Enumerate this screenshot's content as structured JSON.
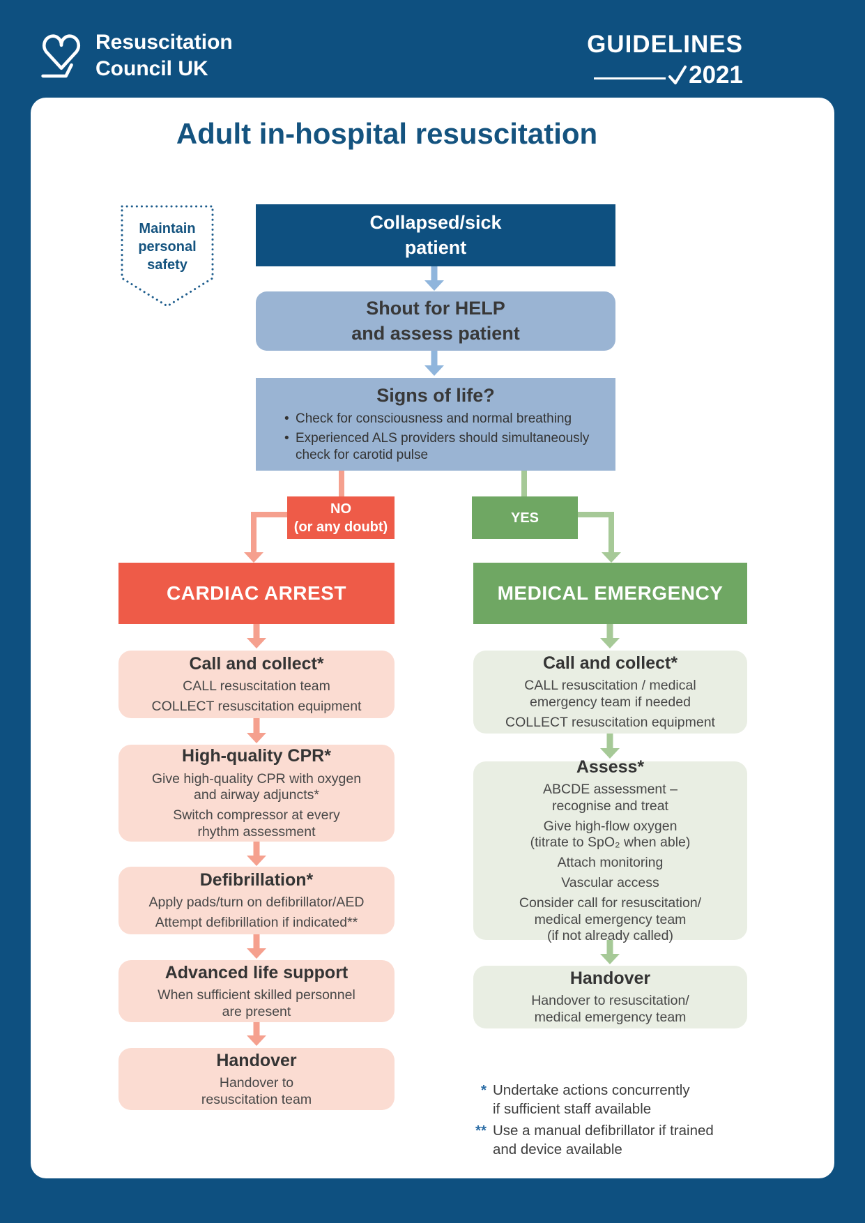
{
  "header": {
    "logo_text": "Resuscitation\nCouncil UK",
    "guidelines_word": "GUIDELINES",
    "guidelines_year": "2021"
  },
  "title": "Adult in-hospital resuscitation",
  "safety_badge": "Maintain\npersonal\nsafety",
  "flow": {
    "collapsed": "Collapsed/sick\npatient",
    "shout": "Shout for HELP\nand assess patient",
    "signs": {
      "heading": "Signs of life?",
      "bullets": [
        "Check for consciousness and normal breathing",
        "Experienced ALS providers should simultaneously\ncheck for carotid pulse"
      ]
    },
    "no_label": "NO\n(or any doubt)",
    "yes_label": "YES",
    "cardiac": {
      "header": "CARDIAC ARREST",
      "steps": [
        {
          "heading": "Call and collect*",
          "lines": [
            "CALL resuscitation team",
            "COLLECT resuscitation equipment"
          ]
        },
        {
          "heading": "High-quality CPR*",
          "lines": [
            "Give high-quality CPR with oxygen\nand airway adjuncts*",
            "Switch compressor at every\nrhythm assessment"
          ]
        },
        {
          "heading": "Defibrillation*",
          "lines": [
            "Apply pads/turn on defibrillator/AED",
            "Attempt defibrillation if indicated**"
          ]
        },
        {
          "heading": "Advanced life support",
          "lines": [
            "When sufficient skilled personnel\nare present"
          ]
        },
        {
          "heading": "Handover",
          "lines": [
            "Handover to\nresuscitation team"
          ]
        }
      ]
    },
    "medical": {
      "header": "MEDICAL EMERGENCY",
      "steps": [
        {
          "heading": "Call and collect*",
          "lines": [
            "CALL resuscitation / medical\nemergency team if needed",
            "COLLECT resuscitation equipment"
          ]
        },
        {
          "heading": "Assess*",
          "lines": [
            "ABCDE assessment –\nrecognise and treat",
            "Give high-flow oxygen\n(titrate to SpO₂ when able)",
            "Attach monitoring",
            "Vascular access",
            "Consider call for resuscitation/\nmedical emergency team\n(if not already called)"
          ]
        },
        {
          "heading": "Handover",
          "lines": [
            "Handover to resuscitation/\nmedical emergency team"
          ]
        }
      ]
    }
  },
  "footnotes": [
    {
      "marker": "*",
      "text": "Undertake actions concurrently\nif sufficient staff available"
    },
    {
      "marker": "**",
      "text": "Use a manual defibrillator if trained\nand device available"
    }
  ],
  "colors": {
    "frame_navy": "#0e5080",
    "title_blue": "#14537f",
    "steel_blue": "#9ab4d3",
    "arrow_blue": "#8fb5dc",
    "alert_red": "#ee5b48",
    "arrow_salmon": "#f5a08e",
    "pale_pink": "#fbdcd2",
    "action_green": "#6fa763",
    "arrow_light_green": "#a6c997",
    "pale_green": "#e9eee3",
    "footnote_star_blue": "#2a6ca5",
    "body_text": "#3d3d3d"
  }
}
